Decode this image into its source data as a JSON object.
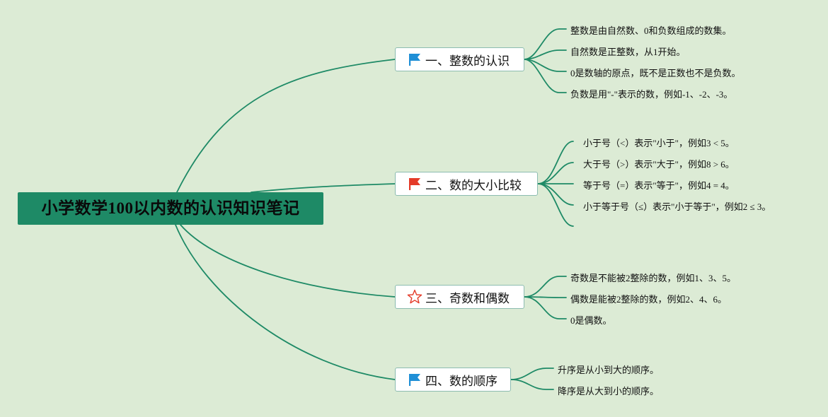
{
  "root": {
    "title": "小学数学100以内数的认识知识笔记"
  },
  "branches": [
    {
      "label": "一、整数的认识",
      "icon": "blue-flag-icon",
      "items": [
        "整数是由自然数、0和负数组成的数集。",
        "自然数是正整数，从1开始。",
        "0是数轴的原点，既不是正数也不是负数。",
        "负数是用\"-\"表示的数，例如-1、-2、-3。"
      ]
    },
    {
      "label": "二、数的大小比较",
      "icon": "red-flag-icon",
      "items": [
        "小于号（<）表示\"小于\"，例如3 < 5。",
        "大于号（>）表示\"大于\"，例如8 > 6。",
        "等于号（=）表示\"等于\"，例如4 = 4。",
        "小于等于号（≤）表示\"小于等于\"，例如2 ≤ 3。"
      ]
    },
    {
      "label": "三、奇数和偶数",
      "icon": "star-icon",
      "items": [
        "奇数是不能被2整除的数，例如1、3、5。",
        "偶数是能被2整除的数，例如2、4、6。",
        "0是偶数。"
      ]
    },
    {
      "label": "四、数的顺序",
      "icon": "blue-flag-icon",
      "items": [
        "升序是从小到大的顺序。",
        "降序是从大到小的顺序。"
      ]
    }
  ],
  "colors": {
    "line": "#1e8a66",
    "background": "#dcebd5",
    "root_fill": "#1e8a66",
    "flag_blue": "#1f8fd6",
    "flag_red": "#e43a28",
    "star_red": "#e43a28"
  }
}
